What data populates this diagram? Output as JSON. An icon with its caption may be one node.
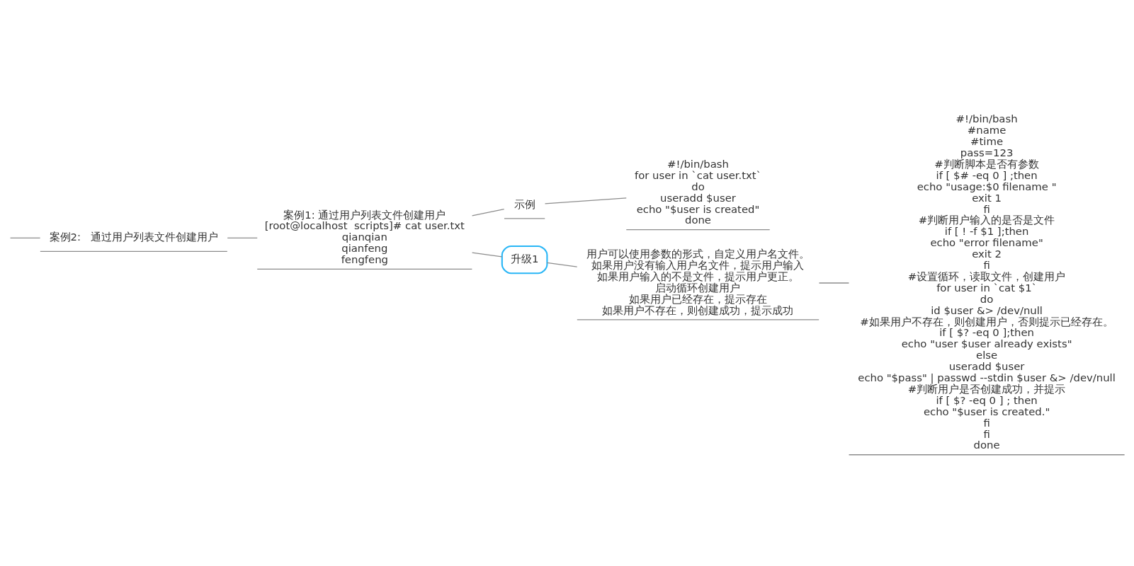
{
  "diagram": {
    "nodes": [
      {
        "text": [
          "案例2:   通过用户列表文件创建用户"
        ]
      },
      {
        "text": [
          "案例1: 通过用户列表文件创建用户",
          "[root@localhost  scripts]# cat user.txt",
          "qianqian",
          "qianfeng",
          "fengfeng"
        ]
      },
      {
        "text": [
          "示例"
        ]
      },
      {
        "text": [
          "#!/bin/bash",
          "for user in `cat user.txt`",
          "do",
          "useradd $user",
          "echo \"$user is created\"",
          "done"
        ]
      },
      {
        "text": [
          "升级1"
        ]
      },
      {
        "text": [
          "用户可以使用参数的形式，自定义用户名文件。",
          "如果用户没有输入用户名文件，提示用户输入",
          "如果用户输入的不是文件，提示用户更正。",
          "启动循环创建用户",
          "如果用户已经存在，提示存在",
          "如果用户不存在，则创建成功，提示成功"
        ]
      },
      {
        "text": [
          "#!/bin/bash",
          "#name",
          "#time",
          "pass=123",
          "#判断脚本是否有参数",
          "if [ $# -eq 0 ] ;then",
          "echo \"usage:$0 filename \"",
          "exit 1",
          "fi",
          "#判断用户输入的是否是文件",
          "if [ ! -f $1 ];then",
          "echo \"error filename\"",
          "exit 2",
          "fi",
          "#设置循环，读取文件，创建用户",
          "for user in `cat $1`",
          "do",
          "id $user &> /dev/null",
          "#如果用户不存在，则创建用户，否则提示已经存在。",
          "if [ $? -eq 0 ];then",
          "echo \"user $user already exists\"",
          "else",
          "useradd $user",
          "echo \"$pass\" | passwd --stdin $user &> /dev/null",
          "#判断用户是否创建成功，并提示",
          "if [ $? -eq 0 ] ; then",
          "echo \"$user is created.\"",
          "fi",
          "fi",
          "done"
        ]
      }
    ],
    "edges": [
      {
        "from": null,
        "to": 0,
        "arrow": "none"
      },
      {
        "from": 0,
        "to": 1,
        "arrow": "none"
      },
      {
        "from": 1,
        "to": 2,
        "arrow": "none"
      },
      {
        "from": 2,
        "to": 3,
        "arrow": "none"
      },
      {
        "from": 1,
        "to": 4,
        "arrow": "none"
      },
      {
        "from": 4,
        "to": 5,
        "arrow": "none"
      },
      {
        "from": 5,
        "to": 6,
        "arrow": "none"
      }
    ]
  }
}
